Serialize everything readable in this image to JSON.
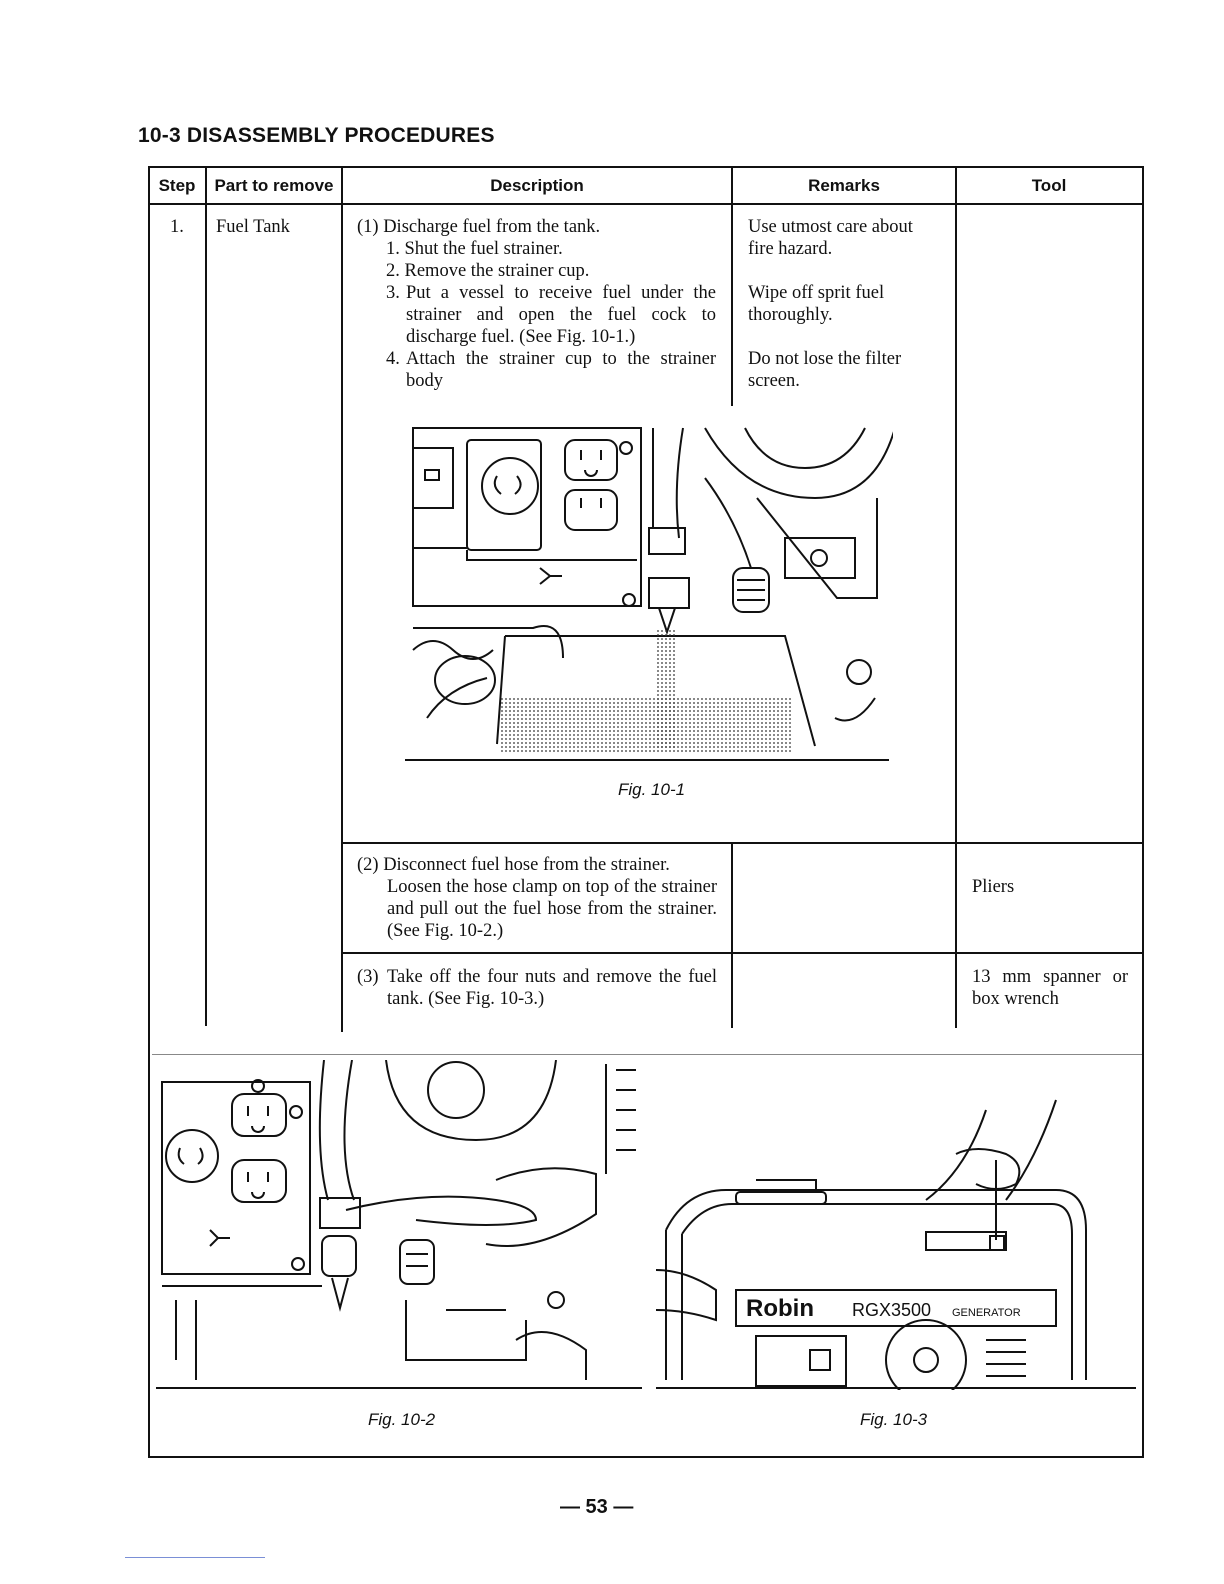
{
  "section_title": "10-3 DISASSEMBLY PROCEDURES",
  "table_headers": {
    "step": "Step",
    "part": "Part to remove",
    "description": "Description",
    "remarks": "Remarks",
    "tool": "Tool"
  },
  "step": {
    "number": "1.",
    "part": "Fuel Tank"
  },
  "proc1": {
    "title": "(1) Discharge fuel from the tank.",
    "s1": "1. Shut the fuel strainer.",
    "s2": "2. Remove the strainer cup.",
    "s3_num": "3.",
    "s3": "Put a vessel to receive fuel under the strainer and open the fuel cock to discharge fuel. (See Fig. 10-1.)",
    "s4_num": "4.",
    "s4": "Attach the strainer cup to the strainer body"
  },
  "remarks": {
    "r1a": "Use utmost care about",
    "r1b": "fire hazard.",
    "r2a": "Wipe off sprit fuel",
    "r2b": "thoroughly.",
    "r3a": "Do not lose the filter",
    "r3b": "screen."
  },
  "fig1_caption": "Fig. 10-1",
  "proc2": {
    "title": "(2) Disconnect fuel hose from the strainer.",
    "body": "Loosen the hose clamp on top of the strainer and pull out the fuel hose from the strainer. (See Fig. 10-2.)",
    "tool": "Pliers"
  },
  "proc3": {
    "title_num": "(3)",
    "body": "Take off the four nuts and remove the fuel tank. (See Fig. 10-3.)",
    "tool": "13 mm spanner or box wrench"
  },
  "fig2_caption": "Fig. 10-2",
  "fig3_caption": "Fig. 10-3",
  "fig3_labels": {
    "brand": "Robin",
    "model": "RGX3500",
    "generator": "GENERATOR"
  },
  "page_number": "— 53 —"
}
